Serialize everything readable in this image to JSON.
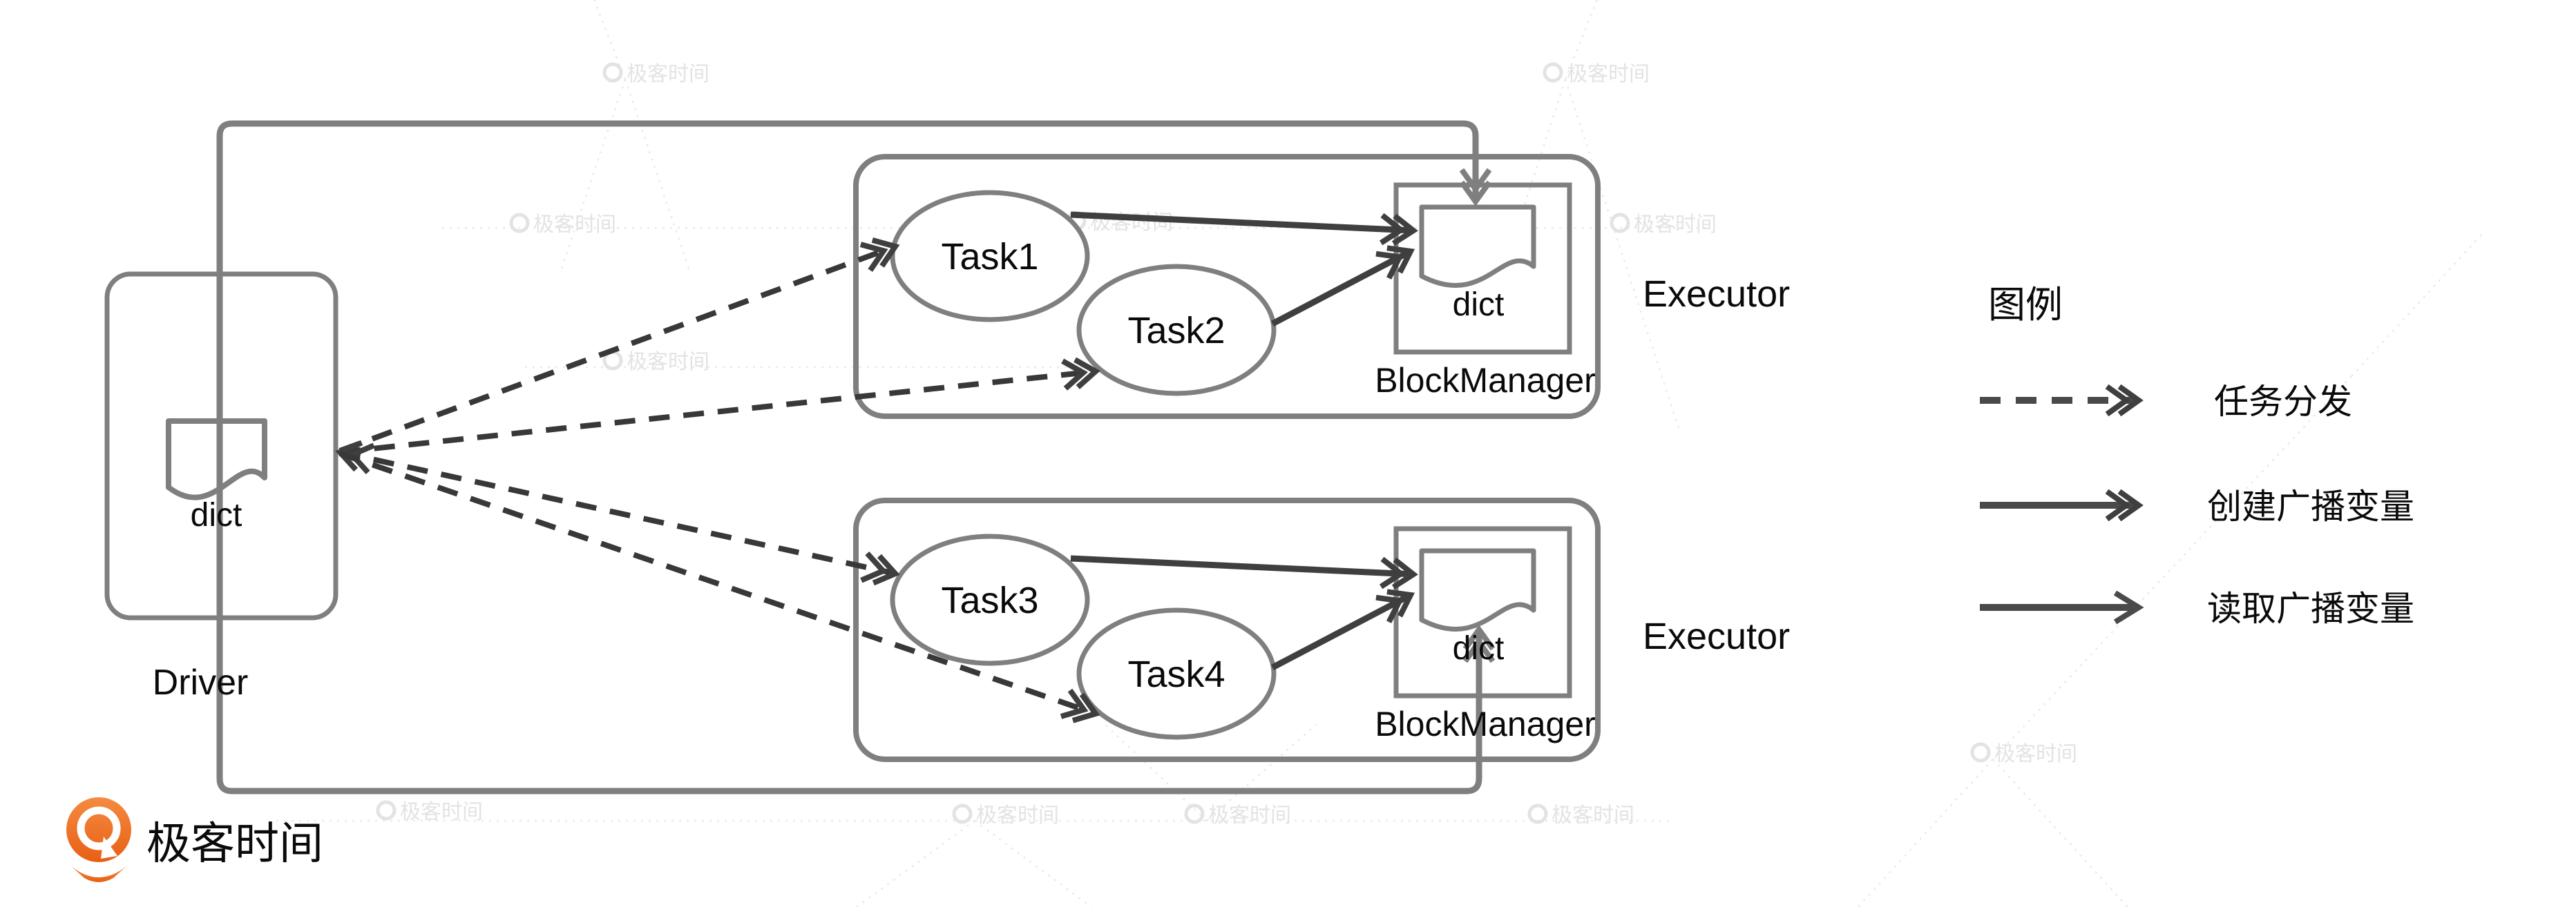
{
  "driver": {
    "label": "Driver",
    "dict_label": "dict"
  },
  "executors": [
    {
      "label": "Executor",
      "tasks": [
        "Task1",
        "Task2"
      ],
      "dict_label": "dict",
      "block_manager_label": "BlockManager"
    },
    {
      "label": "Executor",
      "tasks": [
        "Task3",
        "Task4"
      ],
      "dict_label": "dict",
      "block_manager_label": "BlockManager"
    }
  ],
  "legend": {
    "title": "图例",
    "items": [
      {
        "label": "任务分发",
        "line_style": "dashed"
      },
      {
        "label": "创建广播变量",
        "line_style": "solid"
      },
      {
        "label": "读取广播变量",
        "line_style": "solid"
      }
    ]
  },
  "watermark": {
    "brand": "极客时间"
  },
  "logo": {
    "brand": "极客时间"
  },
  "colors": {
    "shape_gray": "#7f7f7f",
    "arrow_dark": "#3f3f3f",
    "text_black": "#0a0a0a",
    "watermark_gray": "#e3e3e3",
    "logo_orange": "#ee6e2d",
    "logo_text_gray": "#5a5a5a"
  }
}
